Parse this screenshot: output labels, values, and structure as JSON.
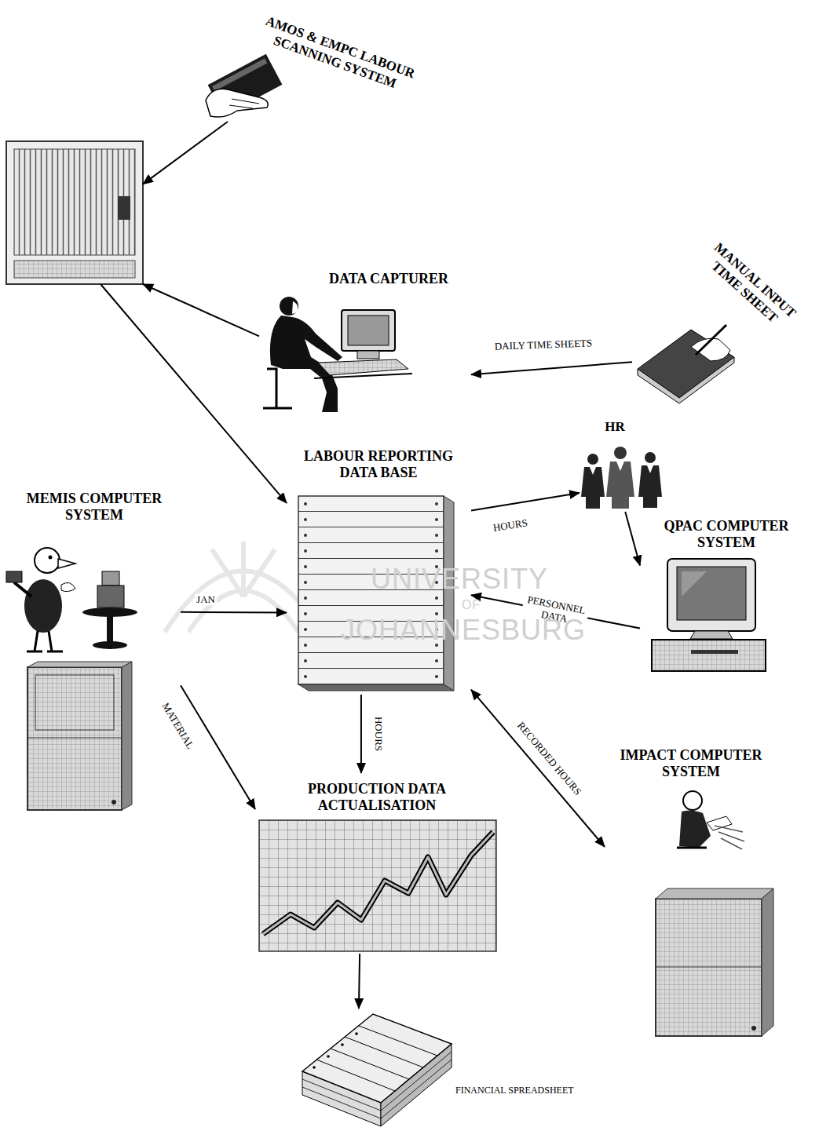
{
  "diagram": {
    "nodes": [
      {
        "text": [
          "AMOS & EMPC LABOUR SCANNING SYSTEM"
        ]
      },
      {
        "text": []
      },
      {
        "text": [
          "DATA CAPTURER"
        ]
      },
      {
        "text": [
          "MANUAL INPUT TIME SHEET"
        ]
      },
      {
        "text": [
          "LABOUR REPORTING DATA BASE"
        ]
      },
      {
        "text": [
          "HR"
        ]
      },
      {
        "text": [
          "MEMIS COMPUTER SYSTEM"
        ]
      },
      {
        "text": [
          "QPAC COMPUTER SYSTEM"
        ]
      },
      {
        "text": [
          "PRODUCTION DATA ACTUALISATION"
        ]
      },
      {
        "text": [
          "IMPACT COMPUTER SYSTEM"
        ]
      },
      {
        "text": [
          "FINANCIAL SPREADSHEET"
        ]
      }
    ],
    "edges": [
      {
        "from": 0,
        "to": 1,
        "arrow": "to"
      },
      {
        "from": 2,
        "to": 1,
        "arrow": "to"
      },
      {
        "from": 1,
        "to": 4,
        "arrow": "to"
      },
      {
        "from": 3,
        "to": 2,
        "label": "DAILY TIME SHEETS",
        "arrow": "to"
      },
      {
        "from": 4,
        "to": 5,
        "label": "HOURS",
        "arrow": "to"
      },
      {
        "from": 5,
        "to": 7,
        "arrow": "to"
      },
      {
        "from": 7,
        "to": 4,
        "label": "PERSONNEL DATA",
        "arrow": "to"
      },
      {
        "from": 6,
        "to": 4,
        "label": "JAN",
        "arrow": "to"
      },
      {
        "from": 6,
        "to": 8,
        "label": "MATERIAL",
        "arrow": "to"
      },
      {
        "from": 4,
        "to": 8,
        "label": "HOURS",
        "arrow": "to"
      },
      {
        "from": 4,
        "to": 9,
        "label": "RECORDED HOURS",
        "arrow": "both"
      },
      {
        "from": 8,
        "to": 10,
        "arrow": "to"
      }
    ],
    "labels": [
      "UNIVERSITY",
      "OF",
      "JOHANNESBURG"
    ]
  }
}
